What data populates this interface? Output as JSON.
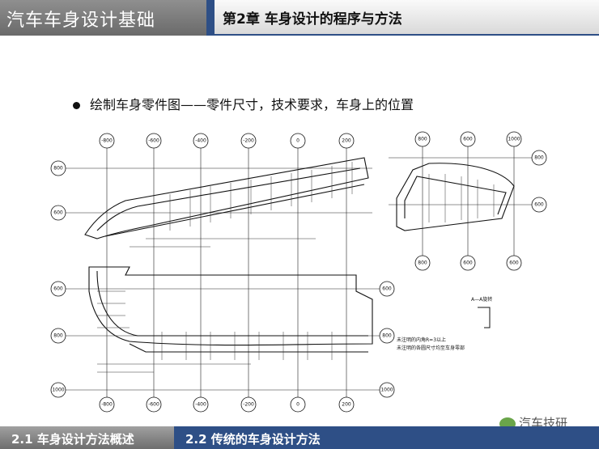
{
  "header": {
    "left_title": "汽车车身设计基础",
    "chapter_title": "第2章  车身设计的程序与方法"
  },
  "content": {
    "bullet": "绘制车身零件图——零件尺寸，技术要求，车身上的位置"
  },
  "drawing": {
    "top_markers": [
      "-800",
      "-600",
      "-400",
      "-200",
      "0",
      "200"
    ],
    "bottom_markers": [
      "-800",
      "-600",
      "-400",
      "-200",
      "0",
      "200"
    ],
    "left_markers": [
      "800",
      "600",
      "600",
      "800",
      "1000"
    ],
    "right_markers": [
      "600",
      "800",
      "1000"
    ],
    "side_view_top_markers": [
      "800",
      "600",
      "1000"
    ],
    "side_view_bottom_markers": [
      "800",
      "600",
      "600"
    ],
    "side_view_right_markers": [
      "800",
      "600"
    ],
    "section_label": "A—A旋转",
    "notes_line1": "未注明的内角R=3以上",
    "notes_line2": "未注明的各圆尺寸均至车身零部"
  },
  "footer": {
    "left_section": "2.1  车身设计方法概述",
    "right_section": "2.2  传统的车身设计方法",
    "watermark": "汽车技研"
  }
}
